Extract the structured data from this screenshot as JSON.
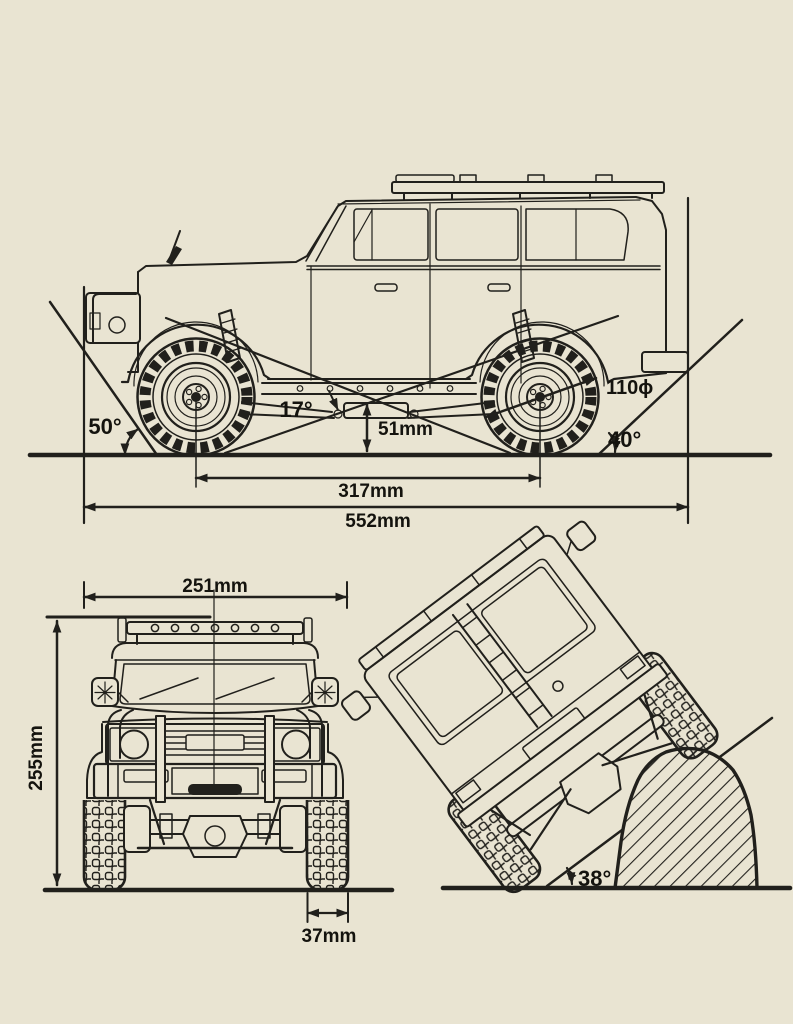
{
  "palette": {
    "background": "#e9e4d2",
    "ink": "#21201c",
    "text": "#14130e"
  },
  "side_view": {
    "approach_angle": "50°",
    "breakover_angle": "17°",
    "ground_clearance": "51mm",
    "tire_diameter": "110ϕ",
    "departure_angle": "40°",
    "wheelbase": "317mm",
    "overall_length": "552mm"
  },
  "front_view": {
    "overall_width": "251mm",
    "overall_height": "255mm",
    "tire_width": "37mm"
  },
  "tilted_view": {
    "climb_angle": "38°"
  }
}
